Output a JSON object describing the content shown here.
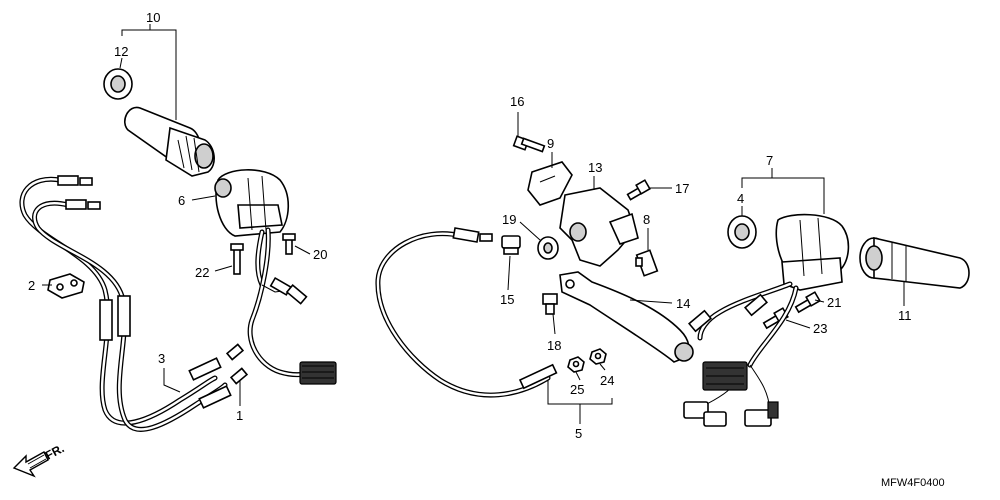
{
  "callouts": {
    "c1": "1",
    "c2": "2",
    "c3": "3",
    "c4": "4",
    "c5": "5",
    "c6": "6",
    "c7": "7",
    "c8": "8",
    "c9": "9",
    "c10": "10",
    "c11": "11",
    "c12": "12",
    "c13": "13",
    "c14": "14",
    "c15": "15",
    "c16": "16",
    "c17": "17",
    "c18": "18",
    "c19": "19",
    "c20": "20",
    "c21": "21",
    "c22": "22",
    "c23": "23",
    "c24": "24",
    "c25": "25"
  },
  "front_indicator": "FR.",
  "diagram_code": "MFW4F0400"
}
